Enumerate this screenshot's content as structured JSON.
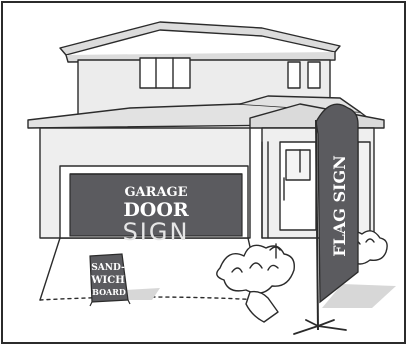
{
  "illustration": {
    "garage_sign": {
      "line1": "GARAGE",
      "line2": "DOOR",
      "line3": "SIGN"
    },
    "flag_sign": {
      "text": "FLAG SIGN"
    },
    "sandwich_board": {
      "line1": "SAND-",
      "line2": "WICH",
      "line3": "BOARD"
    }
  },
  "colors": {
    "sign_fill": "#5b5b5f",
    "ink": "#2b2b2b",
    "house_shade": "#e9e9e9",
    "roof_shade": "#dcdcdc",
    "ground_shadow": "#d7d7d7"
  }
}
